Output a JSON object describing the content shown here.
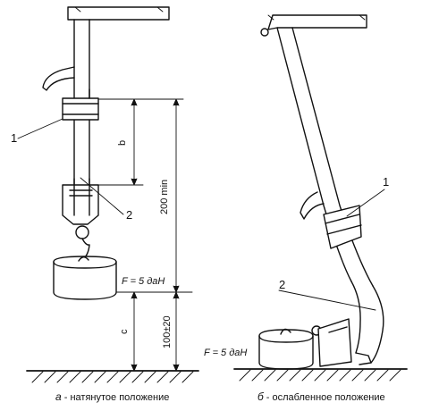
{
  "diagram": {
    "left_panel": {
      "callout_1": "1",
      "callout_2": "2",
      "dim_b": "b",
      "dim_200": "200 min",
      "force_label": "F = 5 даН",
      "dim_c": "c",
      "dim_100": "100±20",
      "caption_letter": "а",
      "caption_text": " - натянутое положение"
    },
    "right_panel": {
      "callout_1": "1",
      "callout_2": "2",
      "force_label": "F = 5 даН",
      "caption_letter": "б",
      "caption_text": " - ослабленное положение"
    }
  }
}
